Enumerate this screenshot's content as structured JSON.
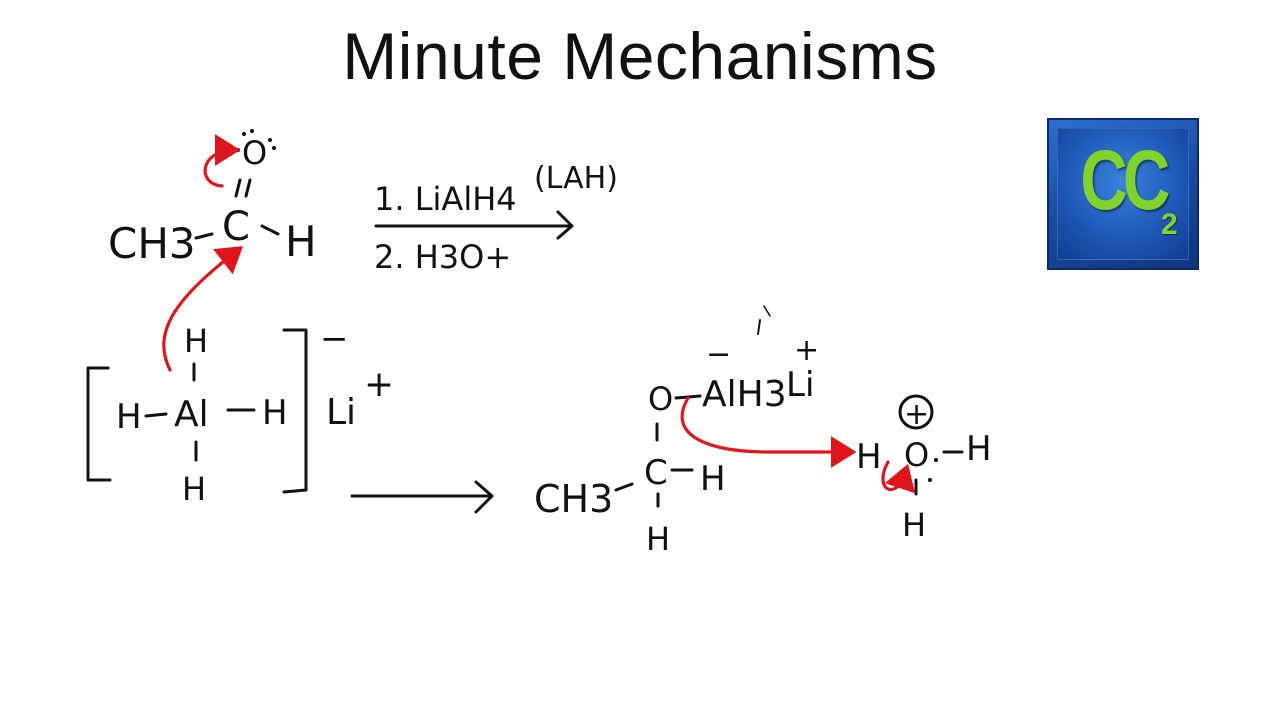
{
  "slide": {
    "title": "Minute Mechanisms"
  },
  "logo": {
    "text": "CC",
    "subscript": "2",
    "colors": {
      "text": "#7fd32a",
      "background": "#1a4fa8"
    }
  },
  "reaction_conditions": {
    "step1": "1. LiAlH4",
    "abbreviation": "(LAH)",
    "step2": "2. H3O+"
  },
  "aldehyde": {
    "left_group": "CH3",
    "center": "C",
    "right": "H",
    "oxygen": "O"
  },
  "aluminate": {
    "top": "H",
    "left": "H",
    "center": "Al",
    "right": "H",
    "bottom": "H",
    "charge": "−",
    "counterion": "Li",
    "counterion_charge": "+"
  },
  "alkoxide": {
    "oxygen": "O",
    "group": "AlH3",
    "counterion": "Li",
    "anion_charge": "−",
    "cation_charge": "+",
    "left_group": "CH3",
    "center": "C",
    "right": "H",
    "bottom": "H"
  },
  "hydronium": {
    "left": "H",
    "center": "O",
    "right": "H",
    "bottom": "H",
    "charge": "+"
  },
  "colors": {
    "ink": "#111111",
    "arrow_pushing": "#e0141b"
  }
}
